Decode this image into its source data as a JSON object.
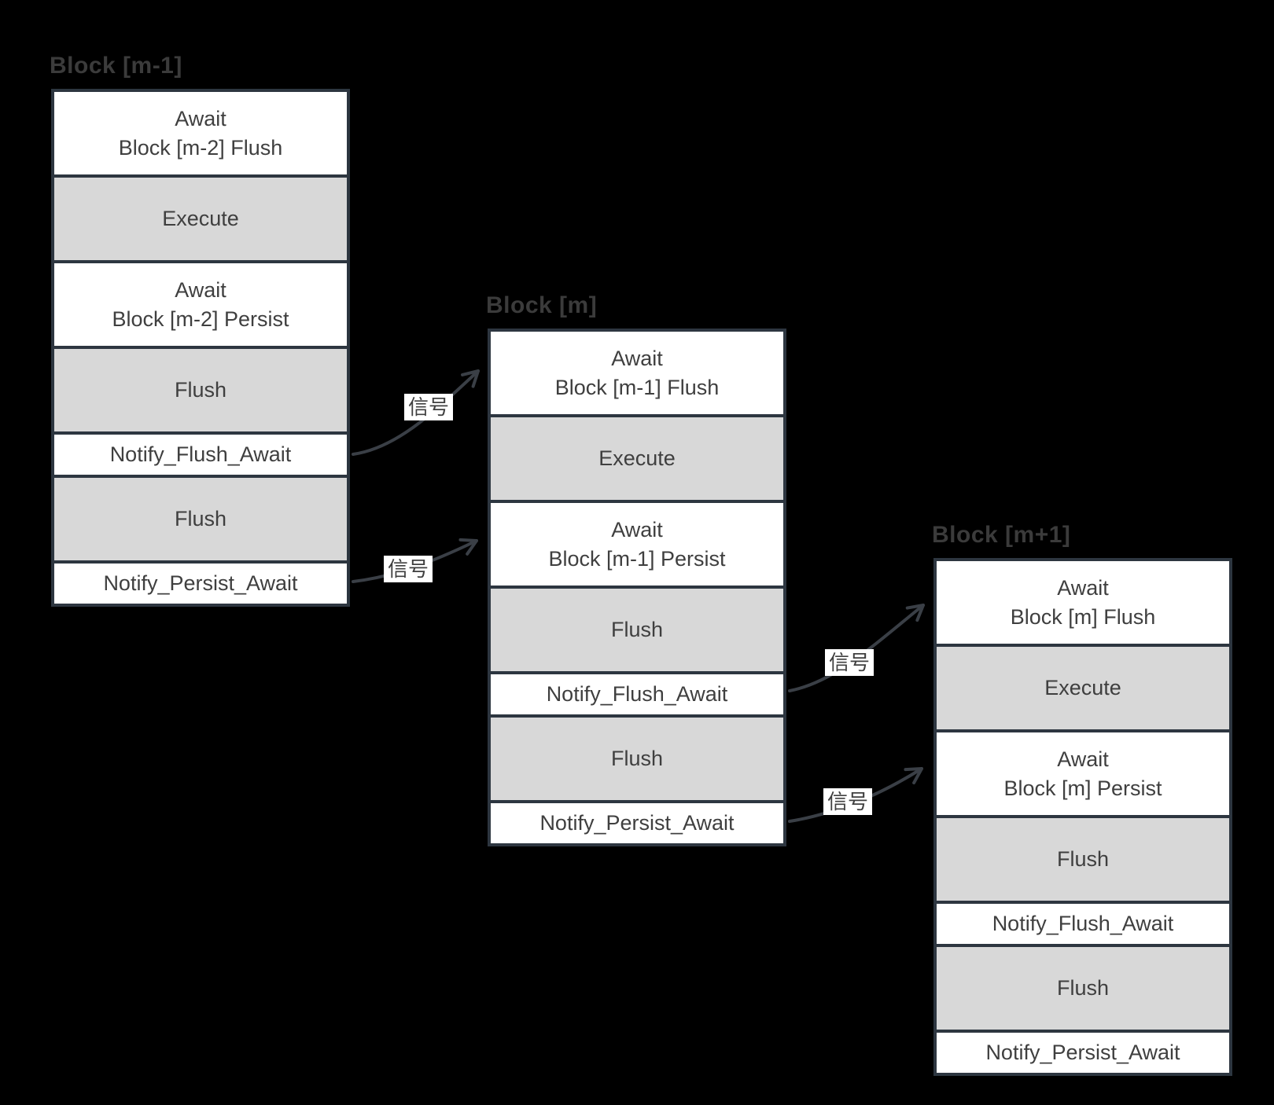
{
  "canvas": {
    "background": "#000000",
    "colors": {
      "row_white": "#ffffff",
      "row_gray": "#d8d8d8",
      "border": "#2d3640",
      "text": "#3f3f3f",
      "title": "#3b3b3b",
      "arrow": "#3a3f46"
    }
  },
  "blocks": [
    {
      "title": "Block [m-1]",
      "rows": [
        {
          "label": "Await\nBlock [m-2] Flush"
        },
        {
          "label": "Execute"
        },
        {
          "label": "Await\nBlock [m-2] Persist"
        },
        {
          "label": "Flush"
        },
        {
          "label": "Notify_Flush_Await"
        },
        {
          "label": "Flush"
        },
        {
          "label": "Notify_Persist_Await"
        }
      ]
    },
    {
      "title": "Block [m]",
      "rows": [
        {
          "label": "Await\nBlock [m-1] Flush"
        },
        {
          "label": "Execute"
        },
        {
          "label": "Await\nBlock [m-1] Persist"
        },
        {
          "label": "Flush"
        },
        {
          "label": "Notify_Flush_Await"
        },
        {
          "label": "Flush"
        },
        {
          "label": "Notify_Persist_Await"
        }
      ]
    },
    {
      "title": "Block [m+1]",
      "rows": [
        {
          "label": "Await\nBlock [m] Flush"
        },
        {
          "label": "Execute"
        },
        {
          "label": "Await\nBlock [m] Persist"
        },
        {
          "label": "Flush"
        },
        {
          "label": "Notify_Flush_Await"
        },
        {
          "label": "Flush"
        },
        {
          "label": "Notify_Persist_Await"
        }
      ]
    }
  ],
  "arrows": [
    {
      "label": "信号",
      "from": "Block [m-1] Notify_Flush_Await",
      "to": "Block [m] Await Block [m-1] Flush"
    },
    {
      "label": "信号",
      "from": "Block [m-1] Notify_Persist_Await",
      "to": "Block [m] Await Block [m-1] Persist"
    },
    {
      "label": "信号",
      "from": "Block [m] Notify_Flush_Await",
      "to": "Block [m+1] Await Block [m] Flush"
    },
    {
      "label": "信号",
      "from": "Block [m] Notify_Persist_Await",
      "to": "Block [m+1] Await Block [m] Persist"
    }
  ]
}
